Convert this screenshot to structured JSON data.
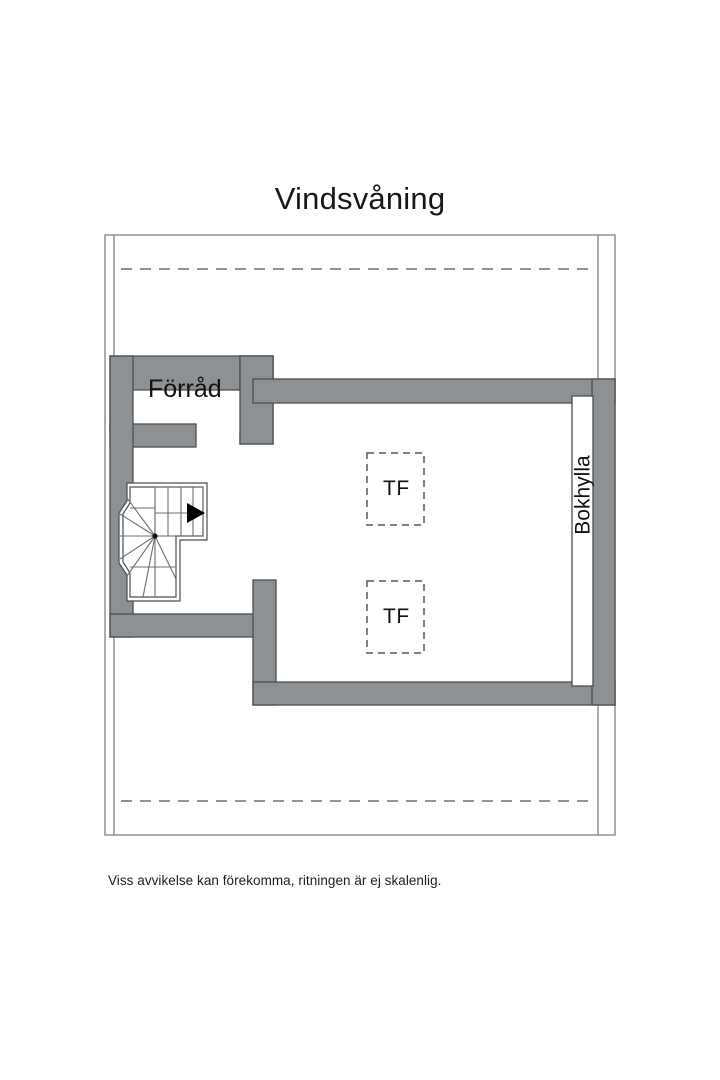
{
  "document": {
    "title": "Vindsvåning",
    "footnote": "Viss avvikelse kan förekomma, ritningen är ej skalenlig."
  },
  "floorplan": {
    "type": "architectural-floor-plan",
    "floor_name": "Vindsvåning",
    "rooms": [
      {
        "id": "forrad",
        "label": "Förråd"
      }
    ],
    "fixtures": [
      {
        "id": "tf-1",
        "label": "TF",
        "style": "dashed-box"
      },
      {
        "id": "tf-2",
        "label": "TF",
        "style": "dashed-box"
      },
      {
        "id": "bokhylla",
        "label": "Bokhylla",
        "style": "rotated-strip",
        "rotation": "-90"
      }
    ],
    "features": [
      {
        "id": "staircase",
        "label": "",
        "type": "winder-staircase",
        "direction_marker": "arrow-right"
      }
    ],
    "colors": {
      "wall_fill": "#8d9194",
      "wall_stroke": "#4a4e51",
      "outline": "#8a8a8a",
      "dashed_guide": "#6e6e6e",
      "text": "#171717",
      "background": "#ffffff"
    }
  }
}
